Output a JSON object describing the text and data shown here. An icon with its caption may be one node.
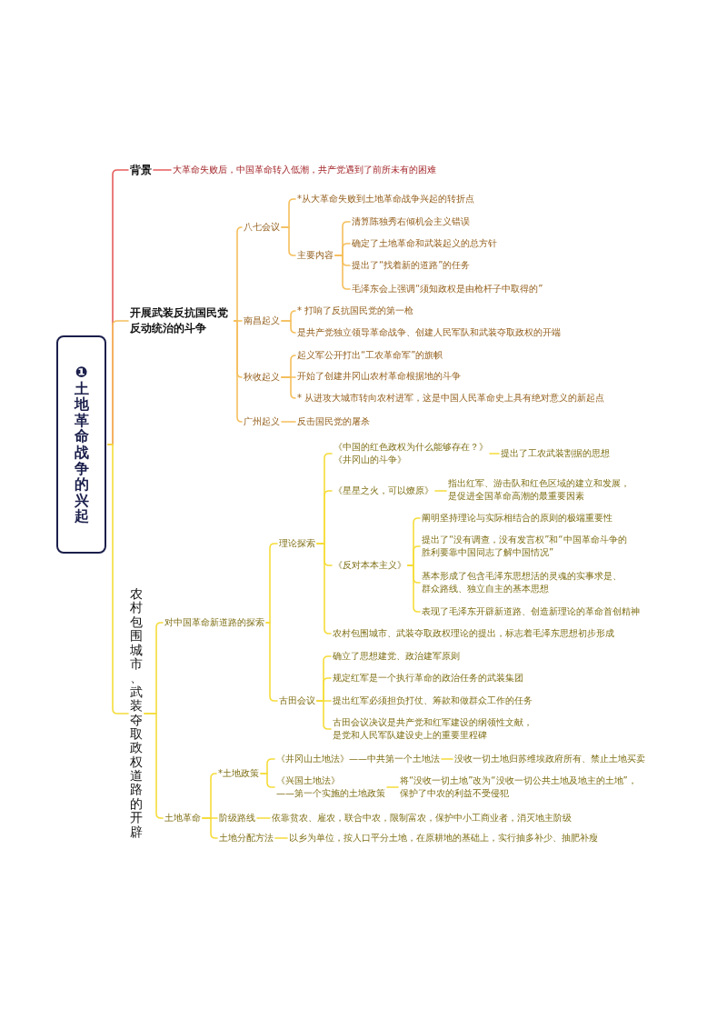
{
  "diagram": {
    "nodes": [
      {
        "text": [
          "❶土地革命战争的兴起"
        ]
      },
      {
        "text": [
          "背景"
        ]
      },
      {
        "text": [
          "大革命失败后，中国革命转入低潮，共产党遇到了前所未有的困难"
        ]
      },
      {
        "text": [
          "开展武装反抗国民党反动统治的斗争"
        ]
      },
      {
        "text": [
          "八七会议"
        ]
      },
      {
        "text": [
          "*从大革命失败到土地革命战争兴起的转折点"
        ]
      },
      {
        "text": [
          "主要内容"
        ]
      },
      {
        "text": [
          "清算陈独秀右倾机会主义错误"
        ]
      },
      {
        "text": [
          "确定了土地革命和武装起义的总方针"
        ]
      },
      {
        "text": [
          "提出了“找着新的道路”的任务"
        ]
      },
      {
        "text": [
          "毛泽东会上强调“须知政权是由枪杆子中取得的”"
        ]
      },
      {
        "text": [
          "南昌起义"
        ]
      },
      {
        "text": [
          "* 打响了反抗国民党的第一枪"
        ]
      },
      {
        "text": [
          "是共产党独立领导革命战争、创建人民军队和武装夺取政权的开端"
        ]
      },
      {
        "text": [
          "秋收起义"
        ]
      },
      {
        "text": [
          "起义军公开打出“工农革命军”的旗帜"
        ]
      },
      {
        "text": [
          "开始了创建井冈山农村革命根据地的斗争"
        ]
      },
      {
        "text": [
          "* 从进攻大城市转向农村进军，这是中国人民革命史上具有绝对意义的新起点"
        ]
      },
      {
        "text": [
          "广州起义"
        ]
      },
      {
        "text": [
          "反击国民党的屠杀"
        ]
      },
      {
        "text": [
          "农村包围城市、武装夺取政权道路的开辟"
        ]
      },
      {
        "text": [
          "对中国革命新道路的探索"
        ]
      },
      {
        "text": [
          "理论探索"
        ]
      },
      {
        "text": [
          "《中国的红色政权为什么能够存在？》",
          "《井冈山的斗争》"
        ]
      },
      {
        "text": [
          "提出了工农武装割据的思想"
        ]
      },
      {
        "text": [
          "《星星之火，可以燎原》"
        ]
      },
      {
        "text": [
          "指出红军、游击队和红色区域的建立和发展，是促进全国革命高潮的最重要因素"
        ]
      },
      {
        "text": [
          "《反对本本主义》"
        ]
      },
      {
        "text": [
          "阐明坚持理论与实际相结合的原则的极端重要性"
        ]
      },
      {
        "text": [
          "提出了“没有调查，没有发言权”和“中国革命斗争的胜利要靠中国同志了解中国情况”"
        ]
      },
      {
        "text": [
          "基本形成了包含毛泽东思想活的灵魂的实事求是、群众路线、独立自主的基本思想"
        ]
      },
      {
        "text": [
          "表现了毛泽东开辟新道路、创造新理论的革命首创精神"
        ]
      },
      {
        "text": [
          "农村包围城市、武装夺取政权理论的提出，标志着毛泽东思想初步形成"
        ]
      },
      {
        "text": [
          "古田会议"
        ]
      },
      {
        "text": [
          "确立了思想建党、政治建军原则"
        ]
      },
      {
        "text": [
          "规定红军是一个执行革命的政治任务的武装集团"
        ]
      },
      {
        "text": [
          "提出红军必须担负打仗、筹款和做群众工作的任务"
        ]
      },
      {
        "text": [
          "古田会议决议是共产党和红军建设的纲领性文献，是党和人民军队建设史上的重要里程碑"
        ]
      },
      {
        "text": [
          "土地革命"
        ]
      },
      {
        "text": [
          "*土地政策"
        ]
      },
      {
        "text": [
          "《井冈山土地法》——中共第一个土地法"
        ]
      },
      {
        "text": [
          "没收一切土地归苏维埃政府所有、禁止土地买卖"
        ]
      },
      {
        "text": [
          "《兴国土地法》",
          "——第一个实施的土地政策"
        ]
      },
      {
        "text": [
          "将“没收一切土地”改为“没收一切公共土地及地主的土地”，保护了中农的利益不受侵犯"
        ]
      },
      {
        "text": [
          "阶级路线"
        ]
      },
      {
        "text": [
          "依靠贫农、雇农，联合中农，限制富农，保护中小工商业者，消灭地主阶级"
        ]
      },
      {
        "text": [
          "土地分配方法"
        ]
      },
      {
        "text": [
          "以乡为单位，按人口平分土地，在原耕地的基础上，实行抽多补少、抽肥补瘦"
        ]
      }
    ],
    "edges": [
      {
        "from": 0,
        "to": 1,
        "arrow": "none",
        "color": "#e65c5c"
      },
      {
        "from": 1,
        "to": 2,
        "arrow": "none",
        "color": "#e65c5c"
      },
      {
        "from": 0,
        "to": 3,
        "arrow": "none",
        "color": "#f5bf5c"
      },
      {
        "from": 3,
        "to": 4,
        "arrow": "none",
        "color": "#f5bf5c"
      },
      {
        "from": 4,
        "to": 5,
        "arrow": "none",
        "color": "#f5bf5c"
      },
      {
        "from": 4,
        "to": 6,
        "arrow": "none",
        "color": "#f5bf5c"
      },
      {
        "from": 6,
        "to": 7,
        "arrow": "none",
        "color": "#f5bf5c"
      },
      {
        "from": 6,
        "to": 8,
        "arrow": "none",
        "color": "#f5bf5c"
      },
      {
        "from": 6,
        "to": 9,
        "arrow": "none",
        "color": "#f5bf5c"
      },
      {
        "from": 6,
        "to": 10,
        "arrow": "none",
        "color": "#f5bf5c"
      },
      {
        "from": 3,
        "to": 11,
        "arrow": "none",
        "color": "#f5bf5c"
      },
      {
        "from": 11,
        "to": 12,
        "arrow": "none",
        "color": "#f5bf5c"
      },
      {
        "from": 11,
        "to": 13,
        "arrow": "none",
        "color": "#f5bf5c"
      },
      {
        "from": 3,
        "to": 14,
        "arrow": "none",
        "color": "#f5bf5c"
      },
      {
        "from": 14,
        "to": 15,
        "arrow": "none",
        "color": "#f5bf5c"
      },
      {
        "from": 14,
        "to": 16,
        "arrow": "none",
        "color": "#f5bf5c"
      },
      {
        "from": 14,
        "to": 17,
        "arrow": "none",
        "color": "#f5bf5c"
      },
      {
        "from": 3,
        "to": 18,
        "arrow": "none",
        "color": "#f5bf5c"
      },
      {
        "from": 18,
        "to": 19,
        "arrow": "none",
        "color": "#f5bf5c"
      },
      {
        "from": 0,
        "to": 20,
        "arrow": "none"
      },
      {
        "from": 20,
        "to": 21,
        "arrow": "none"
      },
      {
        "from": 21,
        "to": 22,
        "arrow": "none"
      },
      {
        "from": 22,
        "to": 23,
        "arrow": "none"
      },
      {
        "from": 23,
        "to": 24,
        "arrow": "none"
      },
      {
        "from": 22,
        "to": 25,
        "arrow": "none"
      },
      {
        "from": 25,
        "to": 26,
        "arrow": "none"
      },
      {
        "from": 22,
        "to": 27,
        "arrow": "none"
      },
      {
        "from": 27,
        "to": 28,
        "arrow": "none"
      },
      {
        "from": 27,
        "to": 29,
        "arrow": "none"
      },
      {
        "from": 27,
        "to": 30,
        "arrow": "none"
      },
      {
        "from": 27,
        "to": 31,
        "arrow": "none"
      },
      {
        "from": 22,
        "to": 32,
        "arrow": "none"
      },
      {
        "from": 21,
        "to": 33,
        "arrow": "none"
      },
      {
        "from": 33,
        "to": 34,
        "arrow": "none"
      },
      {
        "from": 33,
        "to": 35,
        "arrow": "none"
      },
      {
        "from": 33,
        "to": 36,
        "arrow": "none"
      },
      {
        "from": 33,
        "to": 37,
        "arrow": "none"
      },
      {
        "from": 20,
        "to": 38,
        "arrow": "none"
      },
      {
        "from": 38,
        "to": 39,
        "arrow": "none"
      },
      {
        "from": 39,
        "to": 40,
        "arrow": "none"
      },
      {
        "from": 40,
        "to": 41,
        "arrow": "none"
      },
      {
        "from": 39,
        "to": 42,
        "arrow": "none"
      },
      {
        "from": 42,
        "to": 43,
        "arrow": "none"
      },
      {
        "from": 38,
        "to": 44,
        "arrow": "none"
      },
      {
        "from": 44,
        "to": 45,
        "arrow": "none"
      },
      {
        "from": 38,
        "to": 46,
        "arrow": "none"
      },
      {
        "from": 46,
        "to": 47,
        "arrow": "none"
      }
    ]
  }
}
